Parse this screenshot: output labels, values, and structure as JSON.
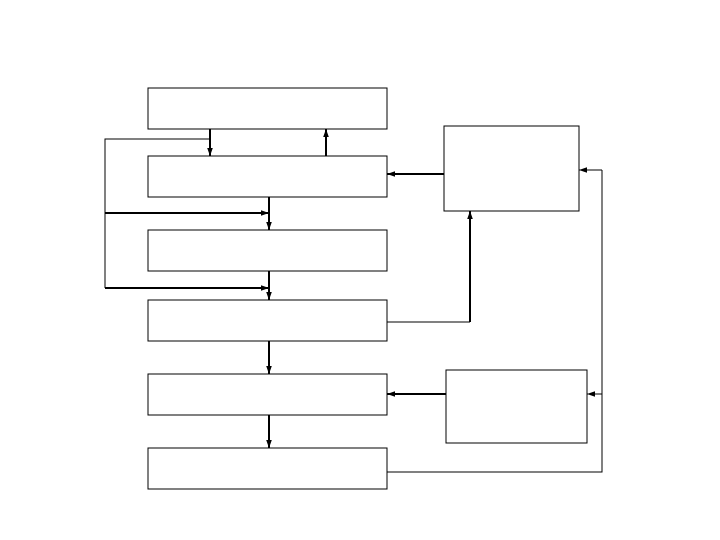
{
  "diagram": {
    "type": "block-flow",
    "blocks": [
      {
        "id": "block-1",
        "label": ""
      },
      {
        "id": "block-2",
        "label": ""
      },
      {
        "id": "block-3",
        "label": ""
      },
      {
        "id": "block-4",
        "label": ""
      },
      {
        "id": "block-5",
        "label": ""
      },
      {
        "id": "block-6",
        "label": ""
      },
      {
        "id": "side-block-upper",
        "label": ""
      },
      {
        "id": "side-block-lower",
        "label": ""
      }
    ],
    "connections": [
      {
        "from": "block-1",
        "to": "block-2"
      },
      {
        "from": "block-2",
        "to": "block-1"
      },
      {
        "from": "block-2",
        "to": "block-3"
      },
      {
        "from": "block-3",
        "to": "block-4"
      },
      {
        "from": "block-1",
        "to": "block-3"
      },
      {
        "from": "block-1",
        "to": "block-4"
      },
      {
        "from": "block-4",
        "to": "block-5"
      },
      {
        "from": "block-5",
        "to": "block-6"
      },
      {
        "from": "side-block-upper",
        "to": "block-2"
      },
      {
        "from": "block-4",
        "to": "side-block-upper"
      },
      {
        "from": "side-block-lower",
        "to": "block-5"
      },
      {
        "from": "block-6",
        "to": "side-block-upper"
      },
      {
        "from": "block-6",
        "to": "side-block-lower"
      }
    ],
    "colors": {
      "line": "#000000",
      "background": "#ffffff"
    }
  }
}
